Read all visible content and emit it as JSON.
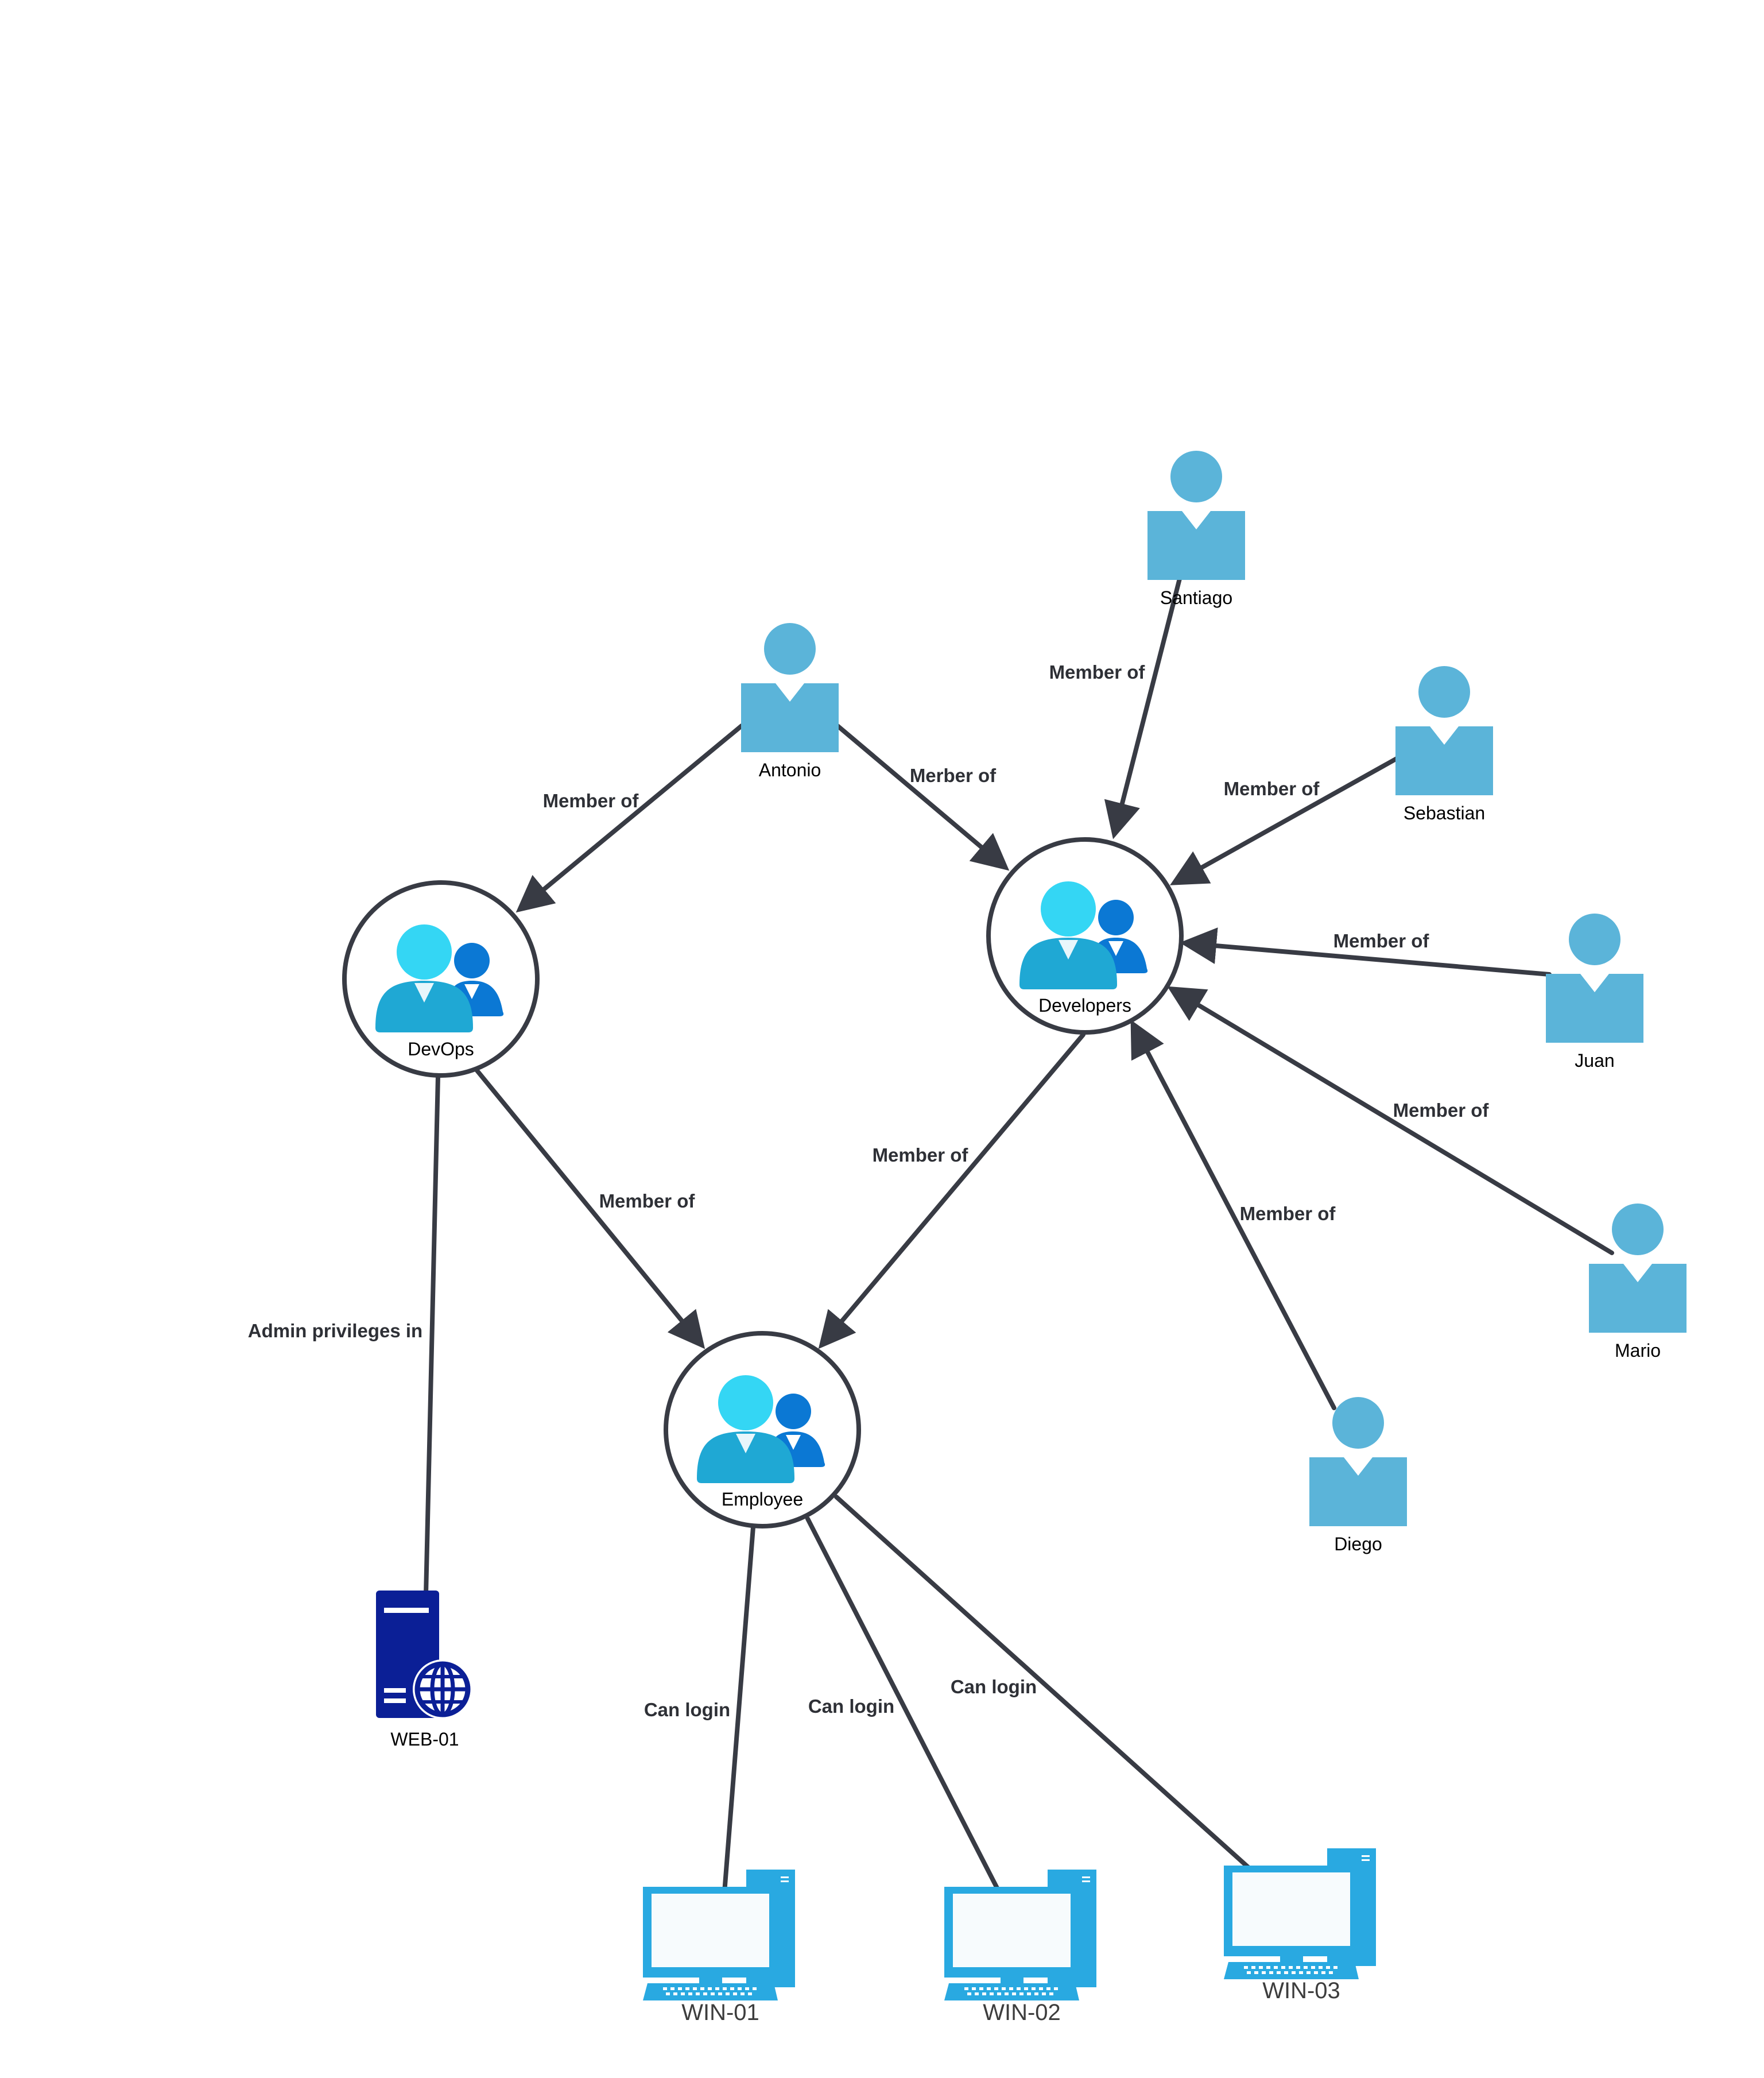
{
  "users": {
    "santiago": "Santiago",
    "antonio": "Antonio",
    "sebastian": "Sebastian",
    "juan": "Juan",
    "mario": "Mario",
    "diego": "Diego"
  },
  "groups": {
    "devops": "DevOps",
    "developers": "Developers",
    "employee": "Employee"
  },
  "servers": {
    "web01": "WEB-01"
  },
  "computers": {
    "win01": "WIN-01",
    "win02": "WIN-02",
    "win03": "WIN-03"
  },
  "edges": {
    "santiago_developers": "Member of",
    "antonio_devops": "Member of",
    "antonio_developers": "Merber of",
    "sebastian_developers": "Member of",
    "juan_developers": "Member of",
    "mario_developers": "Member of",
    "diego_developers": "Member of",
    "developers_employee": "Member of",
    "devops_employee": "Member of",
    "devops_web01": "Admin privileges in",
    "employee_win01": "Can login",
    "employee_win02": "Can login",
    "employee_win03": "Can login"
  },
  "colors": {
    "user": "#5bb4d9",
    "edge": "#383b44",
    "group_head_light": "#34d6f4",
    "group_body_light": "#1fa8d4",
    "group_secondary": "#0b78d4",
    "server": "#0b1f96",
    "computer": "#29a9e1"
  }
}
